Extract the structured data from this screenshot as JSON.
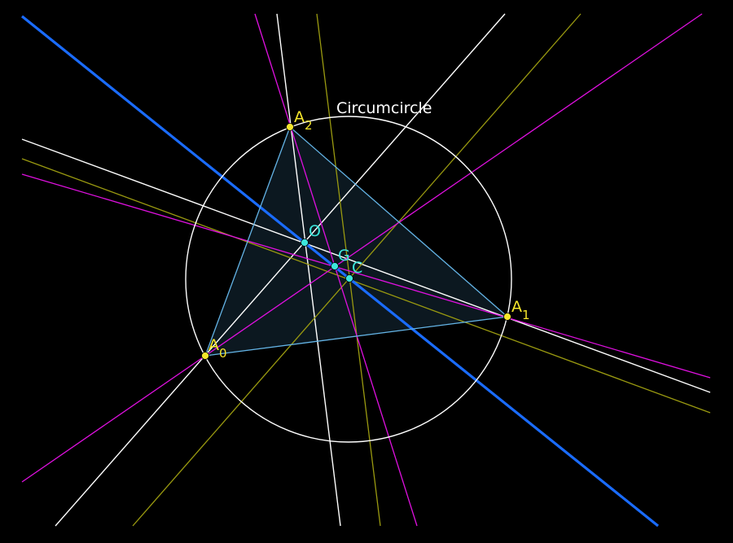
{
  "figure": {
    "circle_label": "Circumcircle",
    "vertex_labels": [
      {
        "id": "A0",
        "base": "A",
        "sub": "0"
      },
      {
        "id": "A1",
        "base": "A",
        "sub": "1"
      },
      {
        "id": "A2",
        "base": "A",
        "sub": "2"
      }
    ],
    "center_labels": [
      {
        "id": "O",
        "text": "O"
      },
      {
        "id": "G",
        "text": "G"
      },
      {
        "id": "C",
        "text": "C"
      }
    ]
  },
  "colors": {
    "background": "#000000",
    "circle": "#ffffff",
    "triangle_edge": "#64b4e6",
    "triangle_fill": "#0c1820",
    "white_line": "#ffffff",
    "magenta_line": "#e010e0",
    "olive_line": "#9a9a10",
    "euler_line": "#1a6cff",
    "vertex_dot": "#f5e62b",
    "center_dot": "#3ce6dc",
    "vertex_text": "#f5e62b",
    "center_text": "#3ce6dc",
    "circle_text": "#ffffff"
  }
}
